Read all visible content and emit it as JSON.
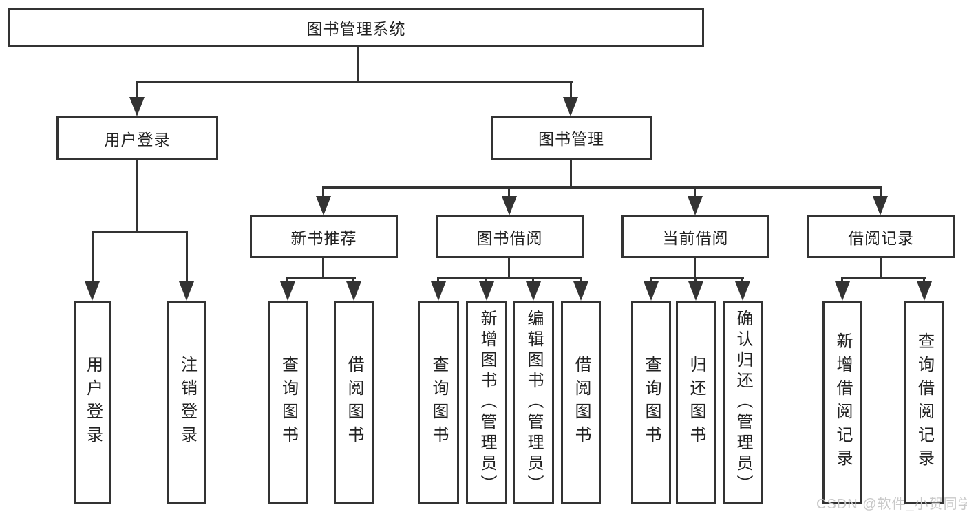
{
  "root": {
    "label": "图书管理系统"
  },
  "user_login": {
    "label": "用户登录",
    "children": [
      {
        "label": "用户登录"
      },
      {
        "label": "注销登录"
      }
    ]
  },
  "book_management": {
    "label": "图书管理",
    "sections": [
      {
        "label": "新书推荐",
        "children": [
          {
            "label": "查询图书"
          },
          {
            "label": "借阅图书"
          }
        ]
      },
      {
        "label": "图书借阅",
        "children": [
          {
            "label": "查询图书"
          },
          {
            "label": "新增图书（管理员）"
          },
          {
            "label": "编辑图书（管理员）"
          },
          {
            "label": "借阅图书"
          }
        ]
      },
      {
        "label": "当前借阅",
        "children": [
          {
            "label": "查询图书"
          },
          {
            "label": "归还图书"
          },
          {
            "label": "确认归还（管理员）"
          }
        ]
      },
      {
        "label": "借阅记录",
        "children": [
          {
            "label": "新增借阅记录"
          },
          {
            "label": "查询借阅记录"
          }
        ]
      }
    ]
  },
  "watermark": "CSDN @软件_小贺同学",
  "colors": {
    "line": "#333333",
    "text": "#222222",
    "background": "#ffffff",
    "watermark": "#c9c9c9"
  }
}
